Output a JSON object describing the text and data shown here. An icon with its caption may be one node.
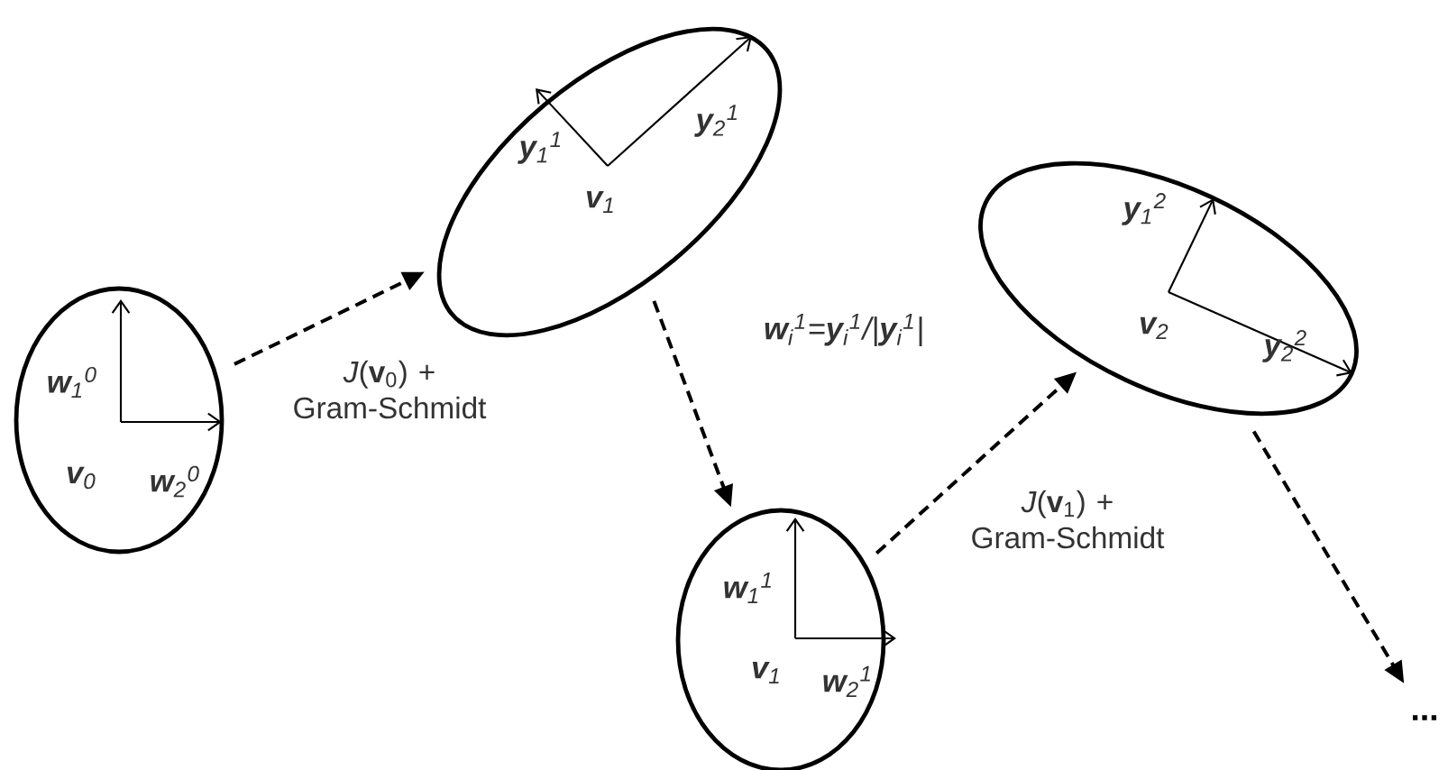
{
  "diagram": {
    "nodes": [
      {
        "text": [
          "**w**$_{1}$$^{0}$",
          "**v**$_{0}$",
          "**w**$_{2}$$^{0}$"
        ]
      },
      {
        "text": [
          "**y**$_{1}$$^{1}$",
          "**y**$_{2}$$^{1}$",
          "**v**$_{1}$"
        ]
      },
      {
        "text": [
          "**w**$_{1}$$^{1}$",
          "**v**$_{1}$",
          "**w**$_{2}$$^{1}$"
        ]
      },
      {
        "text": [
          "**y**$_{1}$$^{2}$",
          "**v**$_{2}$",
          "**y**$_{2}$$^{2}$"
        ]
      },
      {
        "text": [
          "..."
        ]
      }
    ],
    "edges": [
      {
        "from": 0,
        "to": 1,
        "arrow": "to",
        "style": "dashed",
        "label": "*J*(**v**$_{0}$) + Gram-Schmidt"
      },
      {
        "from": 1,
        "to": 2,
        "arrow": "to",
        "style": "dashed",
        "label": "**w**$_{i}$$^{1}$=**y**$_{i}$$^{1}$/|**y**$_{i}$$^{1}$|"
      },
      {
        "from": 2,
        "to": 3,
        "arrow": "to",
        "style": "dashed",
        "label": "*J*(**v**$_{1}$) + Gram-Schmidt"
      },
      {
        "from": 3,
        "to": 4,
        "arrow": "to",
        "style": "dashed"
      }
    ]
  }
}
